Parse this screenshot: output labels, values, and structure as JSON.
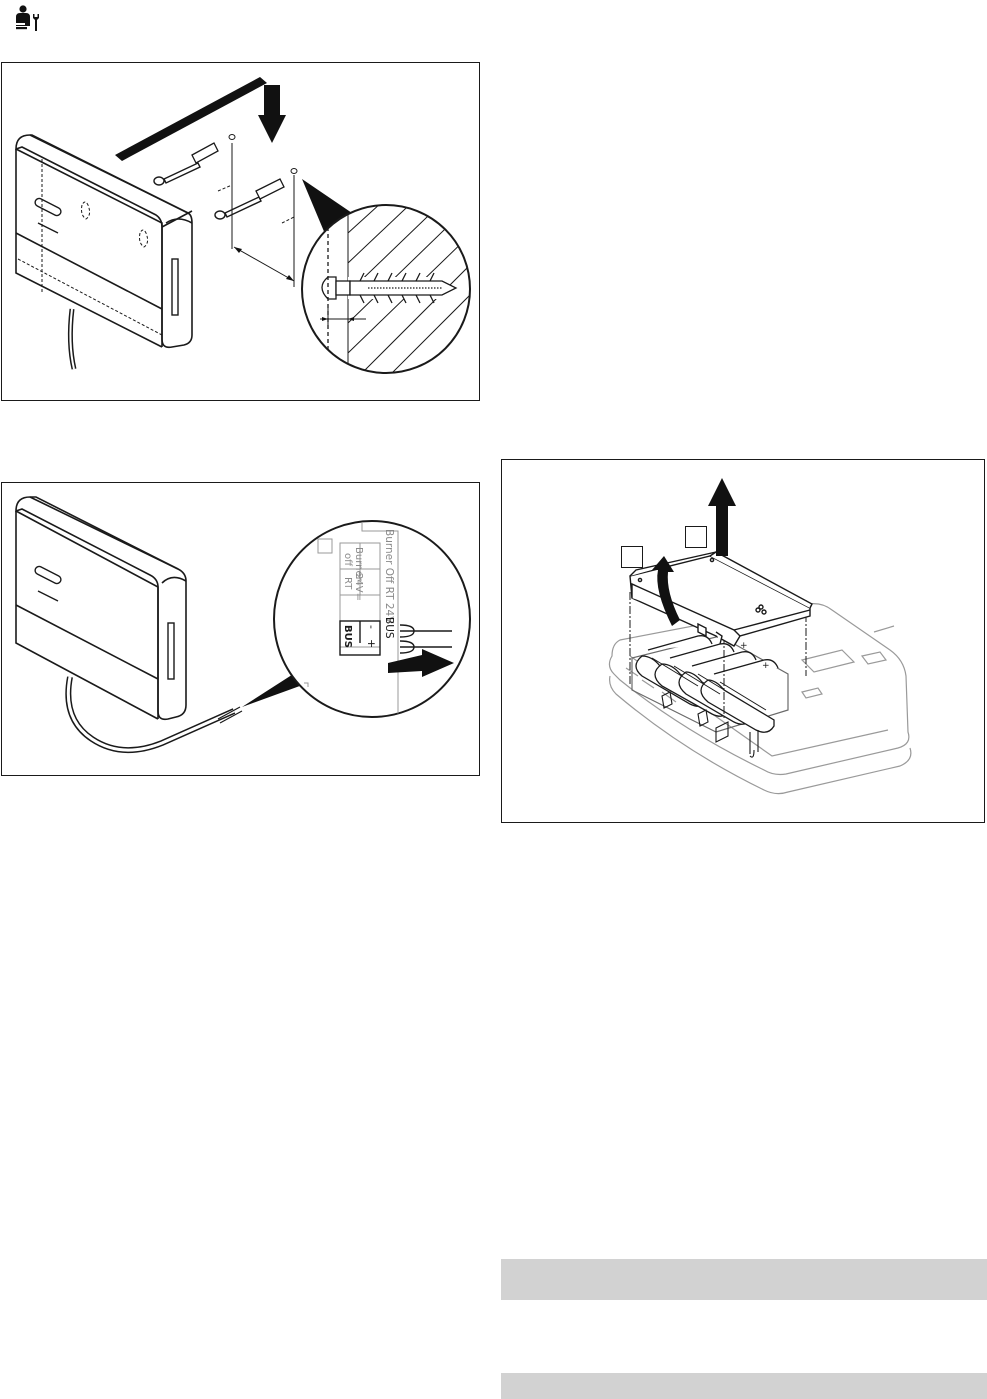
{
  "header": {
    "icon": "installer-icon"
  },
  "figure_mount": {
    "icon_screw": "screw-icon",
    "icon_plug": "wall-plug-icon"
  },
  "figure_wiring": {
    "terminal_labels": {
      "burner_off_rt_24v": "Burner Off  RT  24V",
      "bus": "BUS",
      "burner_off_line1": "Burner",
      "burner_off_line2": "off",
      "rt24_line1": "24V=",
      "rt24_line2": "RT",
      "bus_minus": "-",
      "bus_plus": "+",
      "bus_label": "BUS"
    }
  },
  "figure_battery": {
    "callout_1": "",
    "callout_2": ""
  },
  "colors": {
    "band_gray": "#d2d2d2",
    "line": "#1a1a1a",
    "light_line": "#9a9a9a"
  }
}
